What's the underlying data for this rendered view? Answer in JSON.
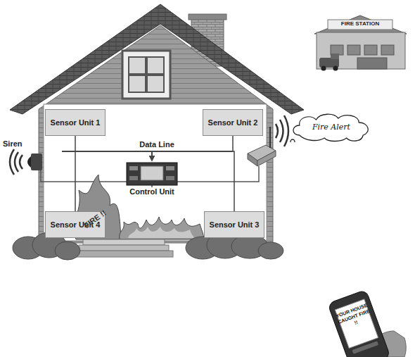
{
  "diagram": {
    "nodes": [
      {
        "text": [
          "Sensor Unit 1"
        ]
      },
      {
        "text": [
          "Sensor Unit 2"
        ]
      },
      {
        "text": [
          "Fire Alert"
        ]
      },
      {
        "text": [
          "Control Unit"
        ]
      },
      {
        "text": [
          "Sensor Unit 4"
        ]
      },
      {
        "text": [
          "Sensor Unit 3"
        ]
      }
    ],
    "edges": [
      {
        "from": 0,
        "to": 3,
        "arrow": "to"
      },
      {
        "from": 1,
        "to": 3,
        "arrow": "to"
      },
      {
        "from": 4,
        "to": 3,
        "arrow": "to"
      },
      {
        "from": 5,
        "to": 3,
        "arrow": "to"
      }
    ],
    "labels": [
      "FIRE STATION",
      "Siren",
      "Data Line",
      "FIRE !!",
      "YOUR HOUSE CAUGHT FIRE !!"
    ]
  }
}
